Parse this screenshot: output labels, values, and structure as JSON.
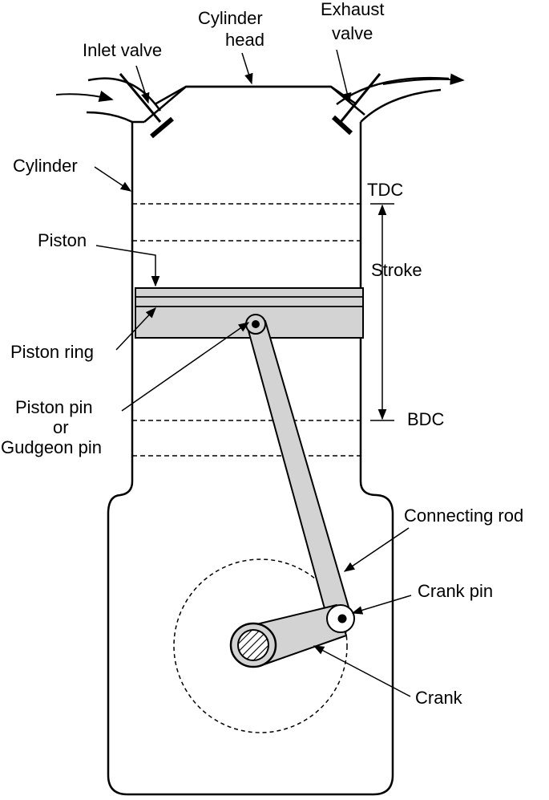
{
  "labels": {
    "cylinder_head_1": "Cylinder",
    "cylinder_head_2": "head",
    "exhaust_valve_1": "Exhaust",
    "exhaust_valve_2": "valve",
    "inlet_valve": "Inlet valve",
    "cylinder": "Cylinder",
    "tdc": "TDC",
    "piston": "Piston",
    "stroke": "Stroke",
    "piston_ring": "Piston ring",
    "piston_pin_1": "Piston pin",
    "piston_pin_2": "or",
    "piston_pin_3": "Gudgeon pin",
    "bdc": "BDC",
    "connecting_rod": "Connecting rod",
    "crank_pin": "Crank pin",
    "crank": "Crank"
  },
  "colors": {
    "part_fill": "#d3d3d3",
    "line": "#000000"
  }
}
